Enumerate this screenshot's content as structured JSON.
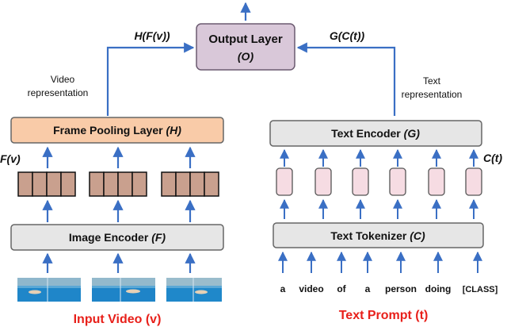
{
  "output_layer": {
    "title": "Output Layer",
    "symbol": "(O)"
  },
  "left": {
    "pooling_layer": {
      "title": "Frame Pooling Layer",
      "symbol": "(H)"
    },
    "image_encoder": {
      "title": "Image Encoder",
      "symbol": "(F)"
    },
    "features_label": "F(v)",
    "representation_label": [
      "Video",
      "representation"
    ],
    "output_label": "H(F(v))",
    "input_title": "Input Video (v)"
  },
  "right": {
    "text_encoder": {
      "title": "Text Encoder",
      "symbol": "(G)"
    },
    "tokenizer": {
      "title": "Text Tokenizer",
      "symbol": "(C)"
    },
    "tokens_label": "C(t)",
    "representation_label": [
      "Text",
      "representation"
    ],
    "output_label": "G(C(t))",
    "input_title": "Text Prompt (t)",
    "tokens": [
      "a",
      "video",
      "of",
      "a",
      "person",
      "doing",
      "[CLASS]"
    ]
  },
  "colors": {
    "arrow": "#3a6fc4",
    "output_fill": "#d9c8d9",
    "pooling_fill": "#f9cba8",
    "encoder_fill": "#e6e6e6",
    "frame_fill": "#c9a08e",
    "token_fill": "#f6dce3",
    "title_red": "#e8201a"
  }
}
